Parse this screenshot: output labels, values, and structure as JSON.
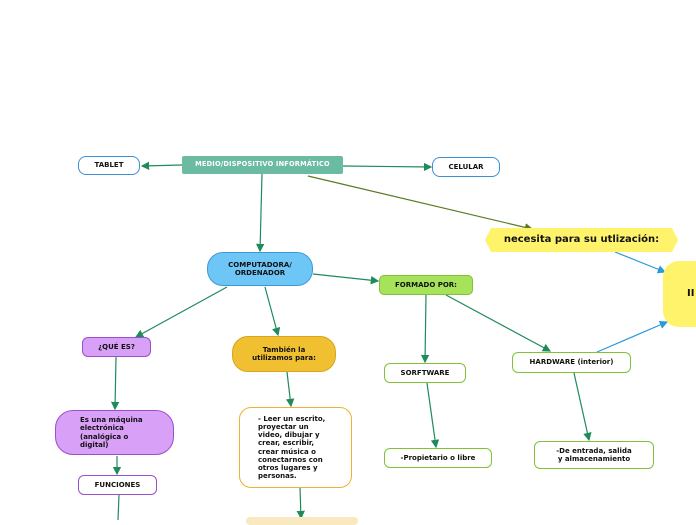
{
  "nodes": {
    "main": "MEDIO/DISPOSITIVO INFORMÁTICO",
    "tablet": "TABLET",
    "celular": "CELULAR",
    "computadora": "COMPUTADORA/\nORDENADOR",
    "necesita": "necesita para su utlización:",
    "i_partial": "II",
    "formado": "FORMADO POR:",
    "que_es": "¿QUÉ ES?",
    "tambien": "También la\nutilizamos para:",
    "hardware": "HARDWARE (interior)",
    "software": "SORFTWARE",
    "maquina": "Es una máquina\nelectrónica\n(analógica o\ndigital)",
    "leer": "- Leer un escrito,\nproyectar un\nvideo, dibujar y\ncrear, escribir,\ncrear música o\nconectarnos con\notros lugares y\npersonas.",
    "propietario": "-Propietario o libre",
    "entrada": "-De entrada, salida\ny almacenamiento",
    "funciones": "FUNCIONES"
  },
  "colors": {
    "edge_green": "#1f8a5a",
    "edge_olive": "#5a7a20",
    "edge_blue": "#2a9ad8"
  }
}
